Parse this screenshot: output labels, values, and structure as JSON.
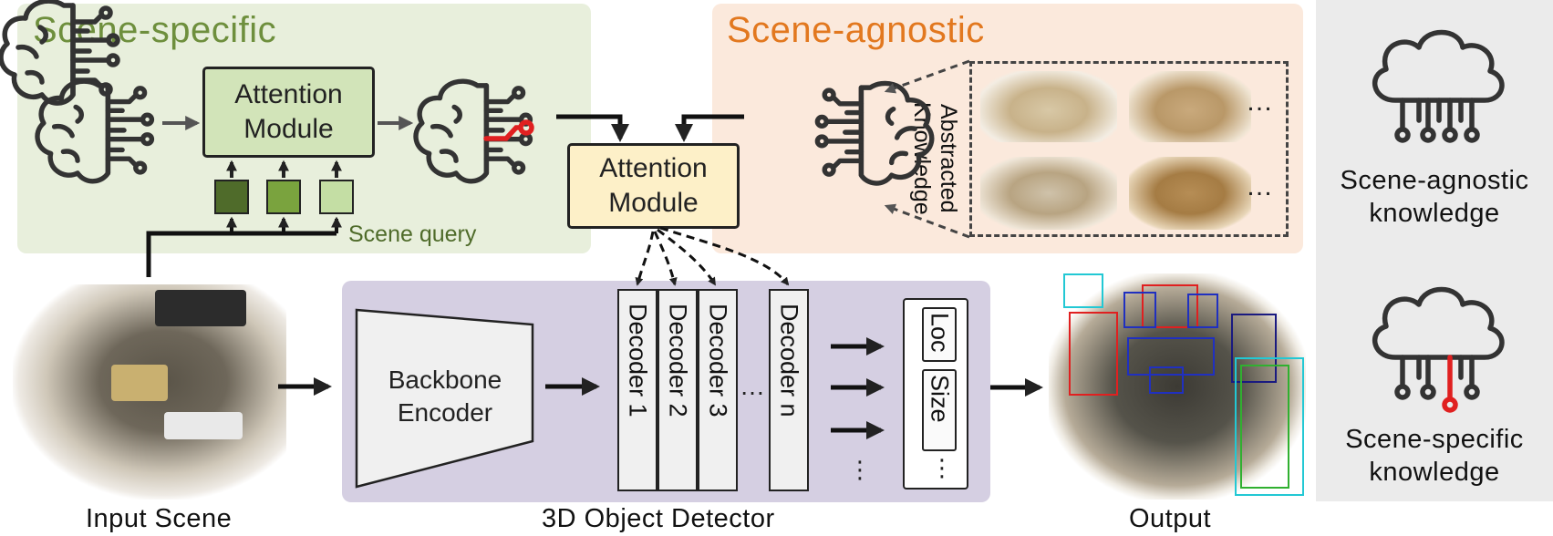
{
  "panels": {
    "scene_specific_title": "Scene-specific",
    "scene_agnostic_title": "Scene-agnostic"
  },
  "attention_left": "Attention\nModule",
  "attention_center": "Attention\nModule",
  "scene_query_label": "Scene query",
  "abstracted_knowledge": "Abstracted\nKnowledge",
  "ellipsis": "…",
  "backbone_encoder": "Backbone\nEncoder",
  "decoders": [
    "Decoder 1",
    "Decoder 2",
    "Decoder 3",
    "Decoder n"
  ],
  "decoder_dots": "…",
  "output_heads": [
    "Loc",
    "Size"
  ],
  "output_dots": "…",
  "arrow_dots": "⋮",
  "captions": {
    "input_scene": "Input Scene",
    "detector": "3D Object Detector",
    "output": "Output"
  },
  "legend": {
    "agnostic": "Scene-agnostic\nknowledge",
    "specific": "Scene-specific\nknowledge"
  },
  "colors": {
    "green_panel": "#e8efdc",
    "orange_panel": "#fbe9dc",
    "purple_panel": "#d5cfe2",
    "gray_panel": "#ebebeb",
    "green_text": "#6e8f3d",
    "orange_text": "#e2781f",
    "highlight_red": "#e02020",
    "query_dark": "#4f6b2a",
    "query_mid": "#7aa33e",
    "query_light": "#c4dea4"
  }
}
